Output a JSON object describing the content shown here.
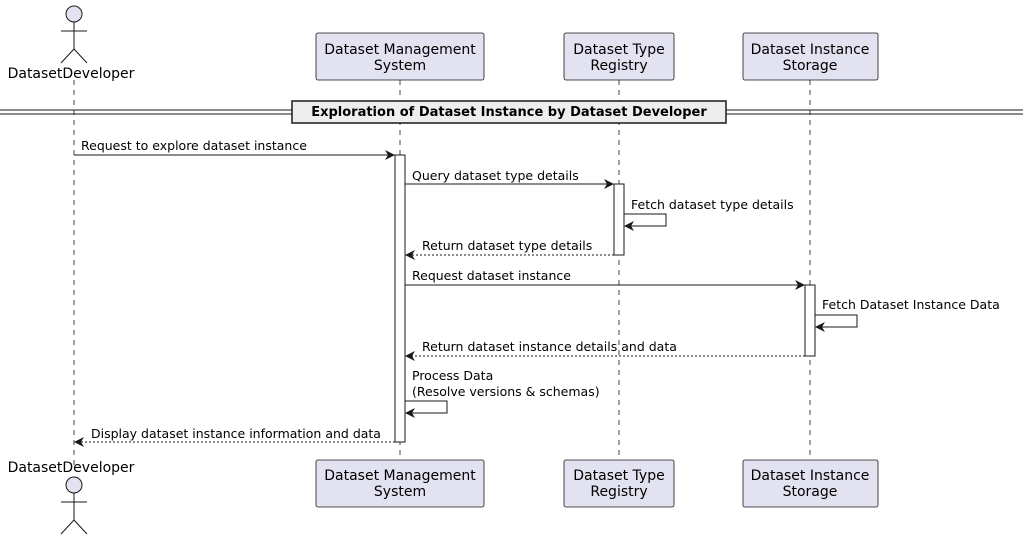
{
  "title": "Exploration of Dataset Instance by Dataset Developer",
  "participants": {
    "actor": {
      "label": "DatasetDeveloper"
    },
    "dms": {
      "line1": "Dataset Management",
      "line2": "System"
    },
    "dtr": {
      "line1": "Dataset Type",
      "line2": "Registry"
    },
    "dis": {
      "line1": "Dataset Instance",
      "line2": "Storage"
    }
  },
  "messages": {
    "m1": "Request to explore dataset instance",
    "m2": "Query dataset type details",
    "m3": "Fetch dataset type details",
    "m4": "Return dataset type details",
    "m5": "Request dataset instance",
    "m6": "Fetch Dataset Instance Data",
    "m7": "Return dataset instance details and data",
    "m8_line1": "Process Data",
    "m8_line2": "(Resolve versions & schemas)",
    "m9": "Display dataset instance information and data"
  },
  "colors": {
    "participant_fill": "#e2e2f0",
    "participant_stroke": "#181818",
    "lifeline": "#181818",
    "title_fill": "#eeeeee"
  }
}
